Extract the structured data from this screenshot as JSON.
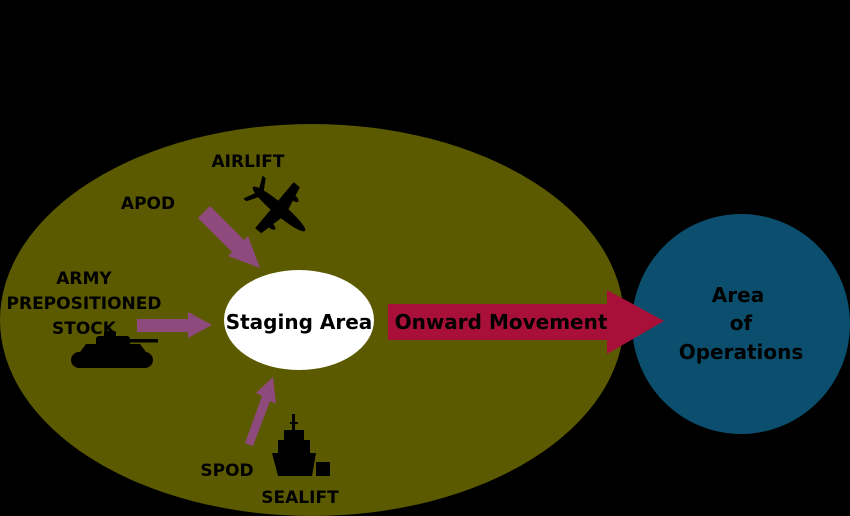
{
  "colors": {
    "background": "#000000",
    "theater_fill": "#5c5a00",
    "staging_fill": "#ffffff",
    "ops_fill": "#0b4e6d",
    "onward_arrow": "#a8103a",
    "inbound_arrow": "#8f4a7d",
    "silhouette": "#000000",
    "label_text": "#000000",
    "onward_text": "#ffffff"
  },
  "labels": {
    "airlift": "AIRLIFT",
    "apod": "APOD",
    "army_line1": "ARMY",
    "army_line2": "PREPOSITIONED",
    "army_line3": "STOCK",
    "staging_area": "Staging Area",
    "onward_movement": "Onward Movement",
    "ops_line1": "Area",
    "ops_line2": "of",
    "ops_line3": "Operations",
    "spod": "SPOD",
    "sealift": "SEALIFT"
  },
  "icons": {
    "airlift": "airplane-icon",
    "army_stock": "tank-icon",
    "sealift": "ship-icon"
  }
}
